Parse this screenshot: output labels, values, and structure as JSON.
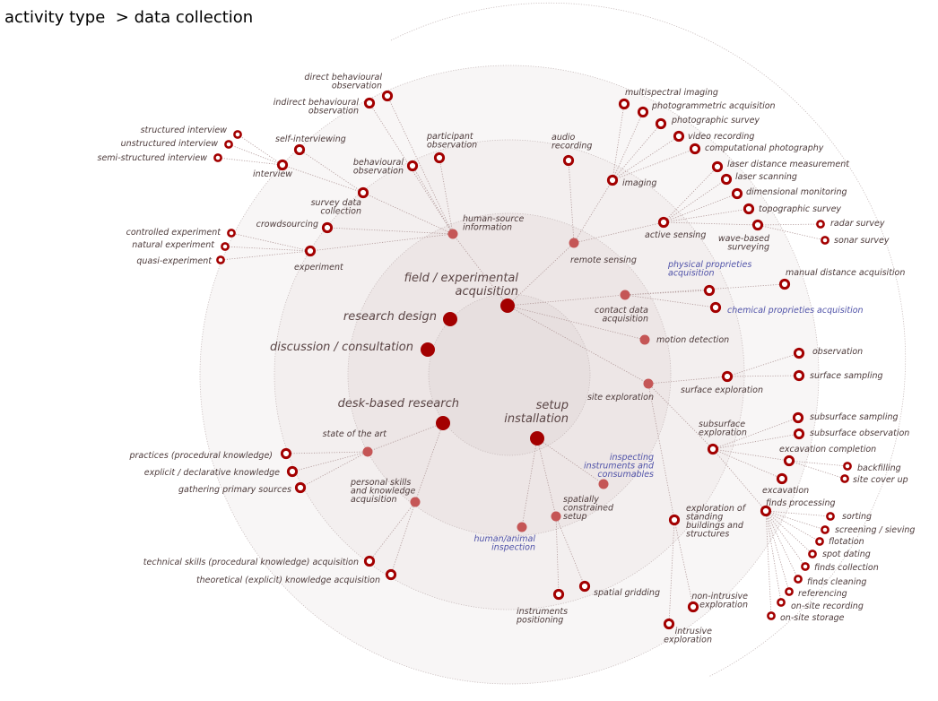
{
  "header": {
    "breadcrumb_root": "activity type",
    "breadcrumb_sep": ">",
    "breadcrumb_current": "data collection"
  },
  "colors": {
    "primary_node": "#a30000",
    "secondary_node": "#c55656",
    "label": "#4d3b3b",
    "highlight_label": "#4f52a8",
    "ring_fill": "#f1eded"
  },
  "diagram": {
    "center": [
      "field / experimental",
      "acquisition"
    ],
    "categories": {
      "research_design": [
        "research design"
      ],
      "discussion": [
        "discussion / consultation"
      ],
      "desk_based": [
        "desk-based research"
      ],
      "setup": [
        "setup",
        "installation"
      ]
    },
    "subcategories": {
      "human_source": [
        "human-source",
        "information"
      ],
      "remote_sensing": [
        "remote sensing"
      ],
      "contact_data": [
        "contact data",
        "acquisition"
      ],
      "motion_detection": [
        "motion detection"
      ],
      "site_exploration": [
        "site exploration"
      ],
      "state_of_art": [
        "state of the art"
      ],
      "personal_skills": [
        "personal skills",
        "and knowledge",
        "acquisition"
      ],
      "inspecting": [
        "inspecting",
        "instruments and",
        "consumables"
      ],
      "spatially_constrained": [
        "spatially",
        "constrained",
        "setup"
      ],
      "human_animal": [
        "human/animal",
        "inspection"
      ]
    },
    "leaves": {
      "direct_behavioural": [
        "direct behavioural",
        "observation"
      ],
      "indirect_behavioural": [
        "indirect behavioural",
        "observation"
      ],
      "structured_interview": [
        "structured interview"
      ],
      "unstructured_interview": [
        "unstructured interview"
      ],
      "semi_structured_interview": [
        "semi-structured interview"
      ],
      "self_interviewing": [
        "self-interviewing"
      ],
      "interview": [
        "interview"
      ],
      "participant_observation": [
        "participant",
        "observation"
      ],
      "behavioural_observation": [
        "behavioural",
        "observation"
      ],
      "survey_data_collection": [
        "survey data",
        "collection"
      ],
      "crowdsourcing": [
        "crowdsourcing"
      ],
      "controlled_experiment": [
        "controlled experiment"
      ],
      "natural_experiment": [
        "natural experiment"
      ],
      "quasi_experiment": [
        "quasi-experiment"
      ],
      "experiment": [
        "experiment"
      ],
      "audio_recording": [
        "audio",
        "recording"
      ],
      "multispectral_imaging": [
        "multispectral imaging"
      ],
      "photogrammetric": [
        "photogrammetric acquisition"
      ],
      "photographic_survey": [
        "photographic survey"
      ],
      "video_recording": [
        "video recording"
      ],
      "computational_photography": [
        "computational photography"
      ],
      "imaging": [
        "imaging"
      ],
      "laser_distance": [
        "laser distance measurement"
      ],
      "laser_scanning": [
        "laser scanning"
      ],
      "dimensional_monitoring": [
        "dimensional monitoring"
      ],
      "topographic_survey": [
        "topographic survey"
      ],
      "radar_survey": [
        "radar survey"
      ],
      "sonar_survey": [
        "sonar survey"
      ],
      "active_sensing": [
        "active sensing"
      ],
      "wave_based": [
        "wave-based",
        "surveying"
      ],
      "physical_proprieties": [
        "physical proprieties",
        "acquisition"
      ],
      "manual_distance": [
        "manual distance acquisition"
      ],
      "chemical_proprieties": [
        "chemical proprieties acquisition"
      ],
      "observation": [
        "observation"
      ],
      "surface_sampling": [
        "surface sampling"
      ],
      "surface_exploration": [
        "surface exploration"
      ],
      "subsurface_sampling": [
        "subsurface sampling"
      ],
      "subsurface_observation": [
        "subsurface observation"
      ],
      "subsurface_exploration": [
        "subsurface",
        "exploration"
      ],
      "excavation_completion": [
        "excavation completion"
      ],
      "backfilling": [
        "backfilling"
      ],
      "site_cover_up": [
        "site cover up"
      ],
      "excavation": [
        "excavation"
      ],
      "finds_processing": [
        "finds processing"
      ],
      "sorting": [
        "sorting"
      ],
      "screening": [
        "screening / sieving"
      ],
      "flotation": [
        "flotation"
      ],
      "spot_dating": [
        "spot dating"
      ],
      "finds_collection": [
        "finds collection"
      ],
      "finds_cleaning": [
        "finds cleaning"
      ],
      "referencing": [
        "referencing"
      ],
      "on_site_recording": [
        "on-site recording"
      ],
      "on_site_storage": [
        "on-site storage"
      ],
      "standing_buildings": [
        "exploration of",
        "standing",
        "buildings and",
        "structures"
      ],
      "non_intrusive": [
        "non-intrusive",
        "exploration"
      ],
      "intrusive": [
        "intrusive",
        "exploration"
      ],
      "spatial_gridding": [
        "spatial gridding"
      ],
      "instruments_positioning": [
        "instruments",
        "positioning"
      ],
      "practices": [
        "practices (procedural knowledge)"
      ],
      "explicit_knowledge": [
        "explicit / declarative knowledge"
      ],
      "gathering_sources": [
        "gathering primary sources"
      ],
      "technical_skills": [
        "technical skills (procedural knowledge) acquisition"
      ],
      "theoretical_knowledge": [
        "theoretical (explicit) knowledge acquisition"
      ]
    }
  }
}
